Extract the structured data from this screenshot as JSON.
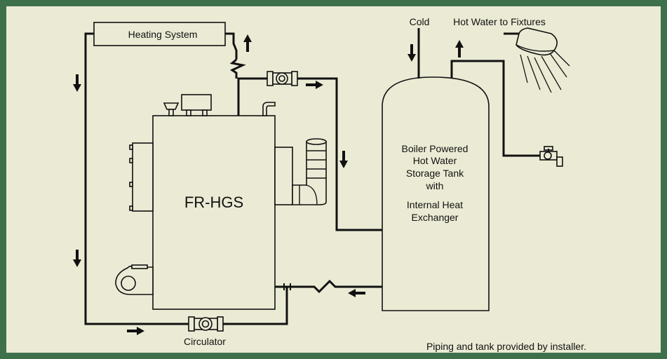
{
  "labels": {
    "heating_system": "Heating System",
    "cold": "Cold",
    "hot_water": "Hot Water to Fixtures",
    "boiler": "FR-HGS",
    "tank": [
      "Boiler Powered",
      "Hot Water",
      "Storage Tank",
      "with",
      "Internal Heat",
      "Exchanger"
    ],
    "circulator": "Circulator",
    "footnote": "Piping and tank provided by installer."
  },
  "colors": {
    "frame": "#3f704c",
    "background": "#ebebd5",
    "line": "#111111"
  },
  "icons": [
    "arrow-down-icon",
    "arrow-up-icon",
    "arrow-right-icon",
    "arrow-left-icon",
    "check-valve-icon",
    "circulator-pump-icon",
    "shower-head-icon",
    "faucet-icon",
    "blower-icon",
    "flue-pipe-icon"
  ]
}
